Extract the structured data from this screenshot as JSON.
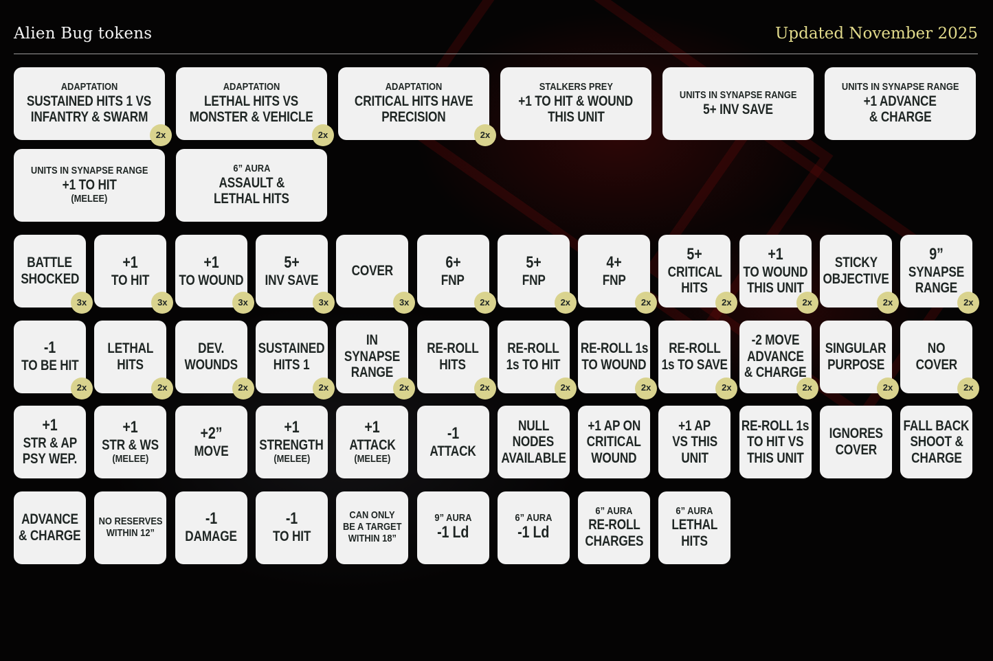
{
  "header": {
    "title": "Alien Bug tokens",
    "updated": "Updated November 2025"
  },
  "colors": {
    "background": "#060505",
    "card": "#f1f1f1",
    "card_text": "#1f2624",
    "badge": "#d9d38e",
    "updated_text": "#e0d98a"
  },
  "wide_tokens": [
    {
      "lines": [
        "ADAPTATION",
        "SUSTAINED HITS 1 VS",
        "INFANTRY & SWARM"
      ],
      "count": "2x"
    },
    {
      "lines": [
        "ADAPTATION",
        "LETHAL HITS VS",
        "MONSTER & VEHICLE"
      ],
      "count": "2x"
    },
    {
      "lines": [
        "ADAPTATION",
        "CRITICAL HITS HAVE",
        "PRECISION"
      ],
      "count": "2x"
    },
    {
      "lines": [
        "STALKERS PREY",
        "+1 TO HIT & WOUND",
        "THIS UNIT"
      ],
      "count": ""
    },
    {
      "lines": [
        "UNITS IN SYNAPSE RANGE",
        "5+ INV SAVE"
      ],
      "count": ""
    },
    {
      "lines": [
        "UNITS IN SYNAPSE RANGE",
        "+1 ADVANCE",
        "& CHARGE"
      ],
      "count": ""
    },
    {
      "lines": [
        "UNITS IN SYNAPSE RANGE",
        "+1 TO HIT",
        "(MELEE)"
      ],
      "count": ""
    },
    {
      "lines": [
        "6” AURA",
        "ASSAULT &",
        "LETHAL HITS"
      ],
      "count": ""
    }
  ],
  "small_tokens": [
    {
      "lines": [
        "BATTLE",
        "SHOCKED"
      ],
      "count": "3x"
    },
    {
      "lines": [
        "+1",
        "TO HIT"
      ],
      "count": "3x"
    },
    {
      "lines": [
        "+1",
        "TO WOUND"
      ],
      "count": "3x"
    },
    {
      "lines": [
        "5+",
        "INV SAVE"
      ],
      "count": "3x"
    },
    {
      "lines": [
        "COVER"
      ],
      "count": "3x"
    },
    {
      "lines": [
        "6+",
        "FNP"
      ],
      "count": "2x"
    },
    {
      "lines": [
        "5+",
        "FNP"
      ],
      "count": "2x"
    },
    {
      "lines": [
        "4+",
        "FNP"
      ],
      "count": "2x"
    },
    {
      "lines": [
        "5+",
        "CRITICAL",
        "HITS"
      ],
      "count": "2x"
    },
    {
      "lines": [
        "+1",
        "TO WOUND",
        "THIS UNIT"
      ],
      "count": "2x"
    },
    {
      "lines": [
        "STICKY",
        "OBJECTIVE"
      ],
      "count": "2x"
    },
    {
      "lines": [
        "9”",
        "SYNAPSE",
        "RANGE"
      ],
      "count": "2x"
    },
    {
      "lines": [
        "-1",
        "TO BE HIT"
      ],
      "count": "2x"
    },
    {
      "lines": [
        "LETHAL",
        "HITS"
      ],
      "count": "2x"
    },
    {
      "lines": [
        "DEV.",
        "WOUNDS"
      ],
      "count": "2x"
    },
    {
      "lines": [
        "SUSTAINED",
        "HITS 1"
      ],
      "count": "2x"
    },
    {
      "lines": [
        "IN",
        "SYNAPSE",
        "RANGE"
      ],
      "count": "2x"
    },
    {
      "lines": [
        "RE-ROLL",
        "HITS"
      ],
      "count": "2x"
    },
    {
      "lines": [
        "RE-ROLL",
        "1s TO HIT"
      ],
      "count": "2x"
    },
    {
      "lines": [
        "RE-ROLL 1s",
        "TO WOUND"
      ],
      "count": "2x"
    },
    {
      "lines": [
        "RE-ROLL",
        "1s TO SAVE"
      ],
      "count": "2x"
    },
    {
      "lines": [
        "-2 MOVE",
        "ADVANCE",
        "& CHARGE"
      ],
      "count": "2x"
    },
    {
      "lines": [
        "SINGULAR",
        "PURPOSE"
      ],
      "count": "2x"
    },
    {
      "lines": [
        "NO",
        "COVER"
      ],
      "count": "2x"
    },
    {
      "lines": [
        "+1",
        "STR & AP",
        "PSY WEP."
      ],
      "count": ""
    },
    {
      "lines": [
        "+1",
        "STR & WS",
        "(MELEE)"
      ],
      "count": ""
    },
    {
      "lines": [
        "+2”",
        "MOVE"
      ],
      "count": ""
    },
    {
      "lines": [
        "+1",
        "STRENGTH",
        "(MELEE)"
      ],
      "count": ""
    },
    {
      "lines": [
        "+1",
        "ATTACK",
        "(MELEE)"
      ],
      "count": ""
    },
    {
      "lines": [
        "-1",
        "ATTACK"
      ],
      "count": ""
    },
    {
      "lines": [
        "NULL",
        "NODES",
        "AVAILABLE"
      ],
      "count": ""
    },
    {
      "lines": [
        "+1 AP ON",
        "CRITICAL",
        "WOUND"
      ],
      "count": ""
    },
    {
      "lines": [
        "+1 AP",
        "VS THIS",
        "UNIT"
      ],
      "count": ""
    },
    {
      "lines": [
        "RE-ROLL 1s",
        "TO HIT VS",
        "THIS UNIT"
      ],
      "count": ""
    },
    {
      "lines": [
        "IGNORES",
        "COVER"
      ],
      "count": ""
    },
    {
      "lines": [
        "FALL BACK",
        "SHOOT &",
        "CHARGE"
      ],
      "count": ""
    },
    {
      "lines": [
        "ADVANCE",
        "& CHARGE"
      ],
      "count": ""
    },
    {
      "lines": [
        "NO RESERVES",
        "WITHIN 12”"
      ],
      "count": ""
    },
    {
      "lines": [
        "-1",
        "DAMAGE"
      ],
      "count": ""
    },
    {
      "lines": [
        "-1",
        "TO HIT"
      ],
      "count": ""
    },
    {
      "lines": [
        "CAN ONLY",
        "BE A TARGET",
        "WITHIN 18”"
      ],
      "count": ""
    },
    {
      "lines": [
        "9” AURA",
        "-1 Ld"
      ],
      "count": ""
    },
    {
      "lines": [
        "6” AURA",
        "-1 Ld"
      ],
      "count": ""
    },
    {
      "lines": [
        "6” AURA",
        "RE-ROLL",
        "CHARGES"
      ],
      "count": ""
    },
    {
      "lines": [
        "6” AURA",
        "LETHAL",
        "HITS"
      ],
      "count": ""
    }
  ]
}
